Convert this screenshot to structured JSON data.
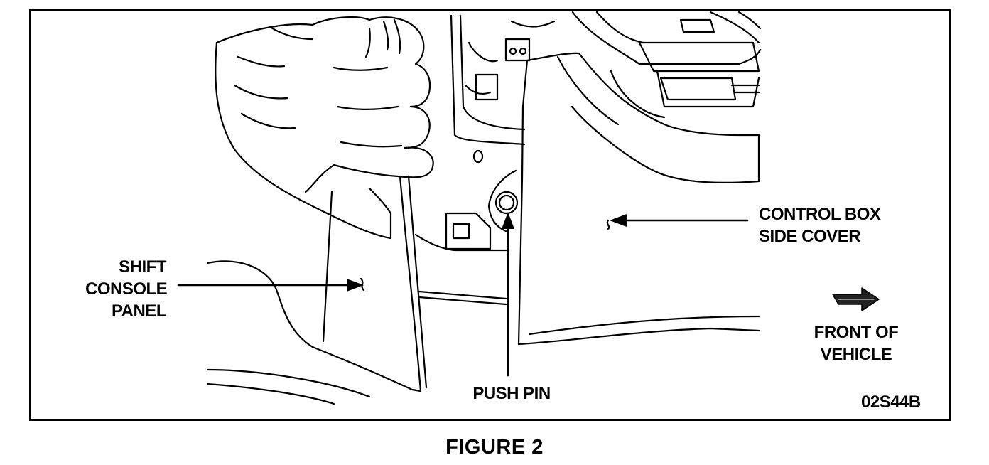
{
  "labels": {
    "shift_console_panel": [
      "SHIFT",
      "CONSOLE",
      "PANEL"
    ],
    "control_box_side_cover": [
      "CONTROL BOX",
      "SIDE COVER"
    ],
    "push_pin": "PUSH PIN",
    "front_of_vehicle": [
      "FRONT OF",
      "VEHICLE"
    ],
    "figure_code": "02S44B"
  },
  "caption": "FIGURE 2"
}
